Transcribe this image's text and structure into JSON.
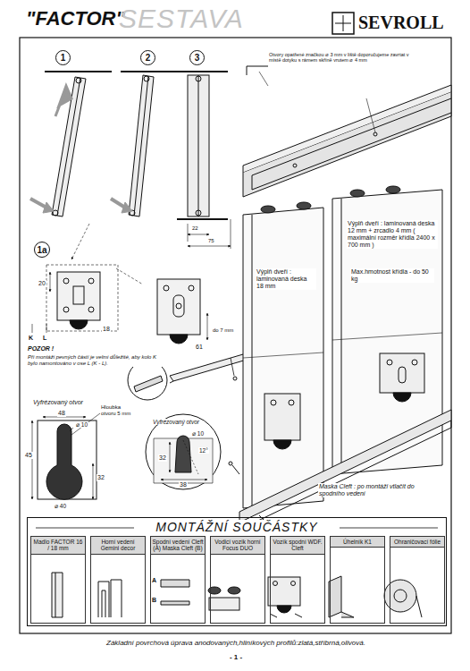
{
  "diagram": {
    "title": "\"FACTOR\"",
    "nodes": [
      {
        "text": [
          "1"
        ]
      },
      {
        "text": [
          "2"
        ]
      },
      {
        "text": [
          "3"
        ]
      },
      {
        "text": [
          "1a"
        ]
      },
      {
        "text": [
          "MONTÁŽNÍ SOUČÁSTKY"
        ]
      },
      {
        "text": [
          "Madlo FACTOR 16 / 18 mm"
        ],
        "in": 4
      },
      {
        "text": [
          "Horní vedení Gemini decor"
        ],
        "in": 4
      },
      {
        "text": [
          "Spodní vedení Cleft (A) Maska Cleft (B)"
        ],
        "in": 4
      },
      {
        "text": [
          "Vodicí vozík horní Focus DUO"
        ],
        "in": 4
      },
      {
        "text": [
          "Vozík spodní WDF. Cleft"
        ],
        "in": 4
      },
      {
        "text": [
          "Úhelník K1"
        ],
        "in": 4
      },
      {
        "text": [
          "Ohraničovací fólie"
        ],
        "in": 4
      }
    ],
    "labels": [
      "SESTAVA",
      "SEVROLL",
      "20",
      "18",
      "K",
      "L",
      "POZOR !",
      "Při montáži pevných částí je velmi důležité, aby kolo K bylo namontováno v ose L (K - L).",
      "do 7 mm",
      "22",
      "75",
      "61",
      "Otvory opatřené značkou ⌀ 3 mm v liště doporučujeme zavrtat v místě dotyku s rámem skříně vrutem ⌀ 4 mm",
      "Výplň dveří : laminovaná deska 18 mm",
      "Výplň dveří : laminovaná deska 12 mm + zrcadlo 4 mm ( maximální rozměr křídla 2400 x 700 mm )",
      "Max.hmotnost křídla - do 50 kg",
      "Vyfrézovaný otvor",
      "48",
      "Hloubka otvoru 5 mm",
      "⌀ 10",
      "45",
      "32",
      "⌀ 40",
      "Vyfrézovaný otvor",
      "⌀ 10",
      "32",
      "12°",
      "38",
      "Maska Cleft : po montáži vtlačit do spodního vedení",
      "A",
      "B",
      "Základní povrchová úprava anodovaných,hliníkových profilů:zlatá,stříbrná,olivová.",
      "- 1 -"
    ]
  }
}
